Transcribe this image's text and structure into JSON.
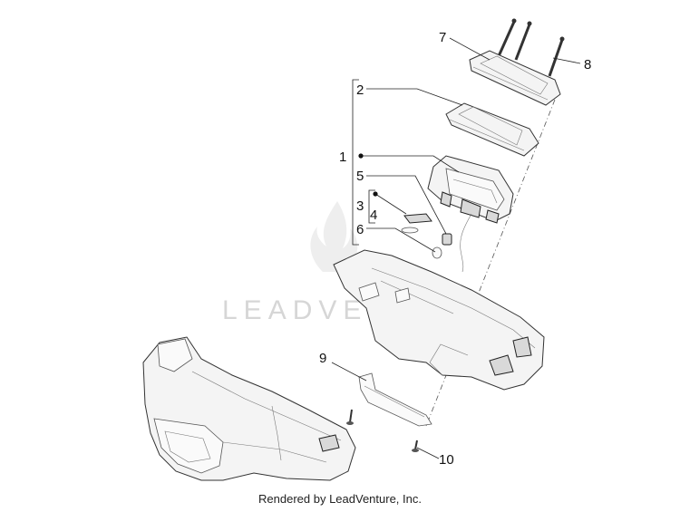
{
  "watermark": {
    "text": "LEADVENTURE"
  },
  "callouts": {
    "c1": "1",
    "c2": "2",
    "c3": "3",
    "c4": "4",
    "c5": "5",
    "c6": "6",
    "c7": "7",
    "c8": "8",
    "c9": "9",
    "c10": "10"
  },
  "footer": {
    "text": "Rendered by LeadVenture, Inc."
  },
  "colors": {
    "line": "#333333",
    "watermark": "#d6d6d6",
    "background": "#ffffff"
  }
}
